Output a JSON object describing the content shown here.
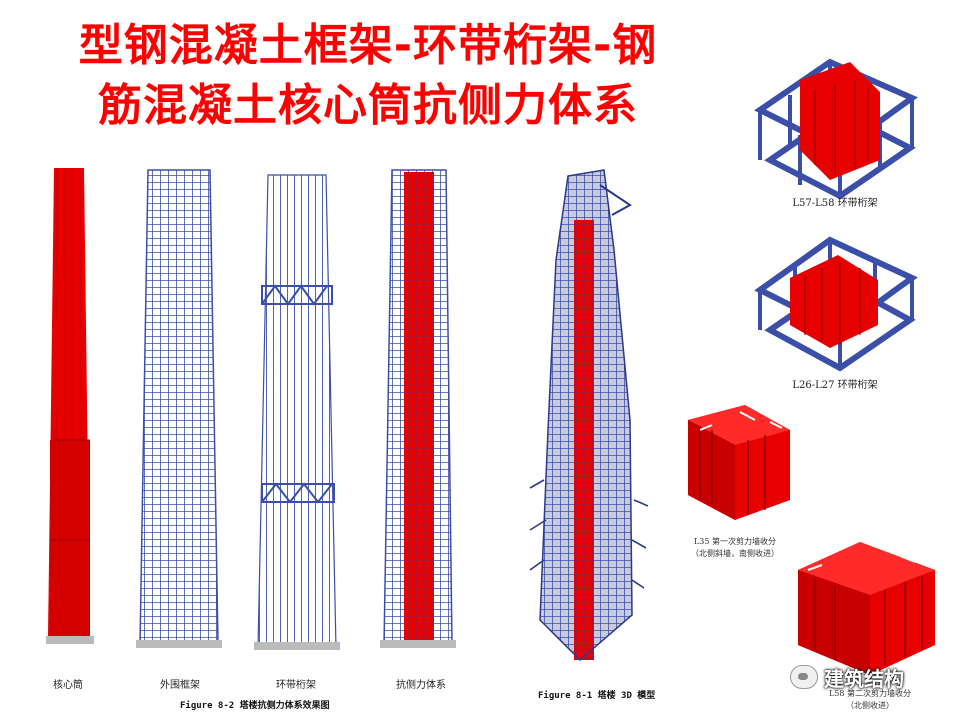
{
  "title": {
    "line1": "型钢混凝土框架-环带桁架-钢",
    "line2": "筋混凝土核心筒抗侧力体系"
  },
  "tower_labels": [
    "核心筒",
    "外围框架",
    "环带桁架",
    "抗侧力体系"
  ],
  "figure_captions": {
    "fig8_2": "Figure 8-2 塔楼抗侧力体系效果图",
    "fig8_1": "Figure 8-1 塔楼 3D 模型"
  },
  "details": {
    "l57": "L57-L58 环带桁架",
    "l26": "L26-L27 环带桁架",
    "l35_line1": "L35 第一次剪力墙收分",
    "l35_line2": "（北侧斜墙，南侧收进）",
    "l58_line1": "L58 第二次剪力墙收分",
    "l58_line2": "（北侧收进）"
  },
  "watermark": {
    "text": "建筑结构",
    "icon": "chat-bubble-icon"
  },
  "colors": {
    "title": "#ff0000",
    "core": "#e60000",
    "frame": "#3b4fa8"
  }
}
